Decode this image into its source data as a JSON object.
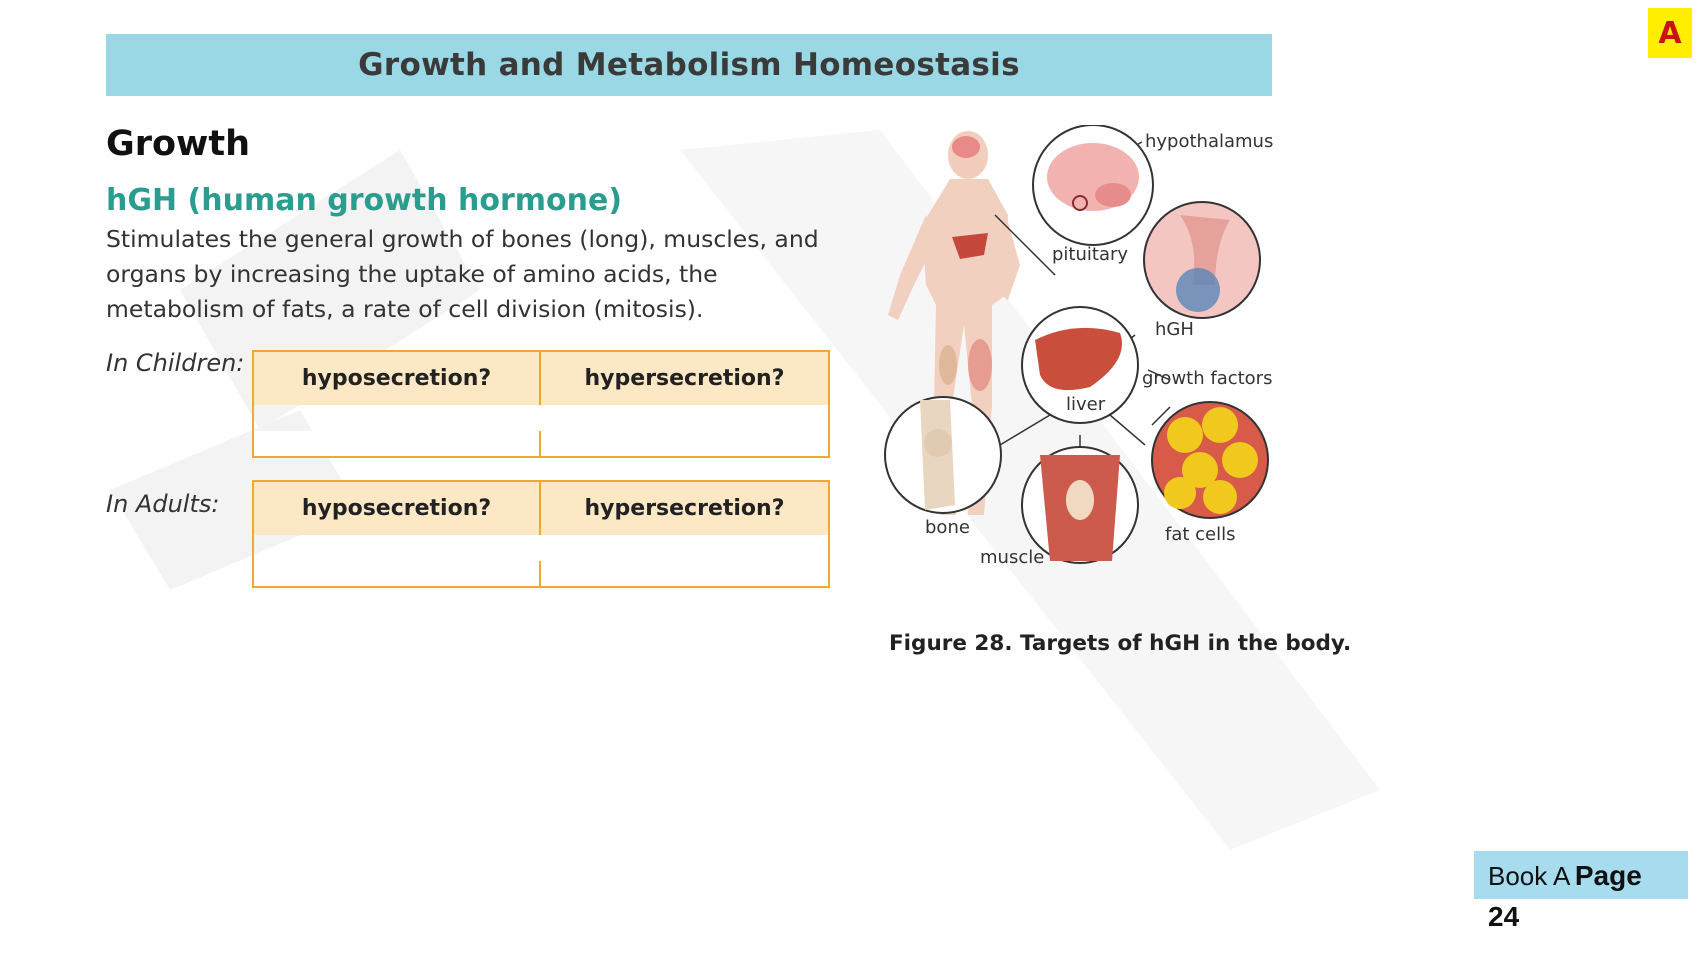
{
  "header": {
    "title": "Growth and Metabolism Homeostasis",
    "badge": "A"
  },
  "section": {
    "heading": "Growth",
    "subheading": "hGH (human growth hormone)",
    "description": "Stimulates the general growth of bones (long), muscles, and organs by increasing the uptake of amino acids, the metabolism of fats, a rate of cell division (mitosis)."
  },
  "tables": [
    {
      "label": "In Children:",
      "col1": "hyposecretion?",
      "col2": "hypersecretion?"
    },
    {
      "label": "In Adults:",
      "col1": "hyposecretion?",
      "col2": "hypersecretion?"
    }
  ],
  "figure": {
    "labels": {
      "hypothalamus": "hypothalamus",
      "pituitary": "pituitary",
      "hgh": "hGH",
      "growth_factors": "growth factors",
      "liver": "liver",
      "bone": "bone",
      "muscle": "muscle",
      "fat_cells": "fat cells"
    },
    "caption": "Figure 28. Targets of hGH in the body."
  },
  "footer": {
    "book": "Book A",
    "page_word": "Page",
    "page_number": "24"
  },
  "colors": {
    "title_bar": "#9bd8e6",
    "accent_teal": "#2a9d8f",
    "table_border": "#f0a830",
    "table_header": "#fde8c6",
    "badge_bg": "#ffee00",
    "page_box": "#a6dcee"
  }
}
